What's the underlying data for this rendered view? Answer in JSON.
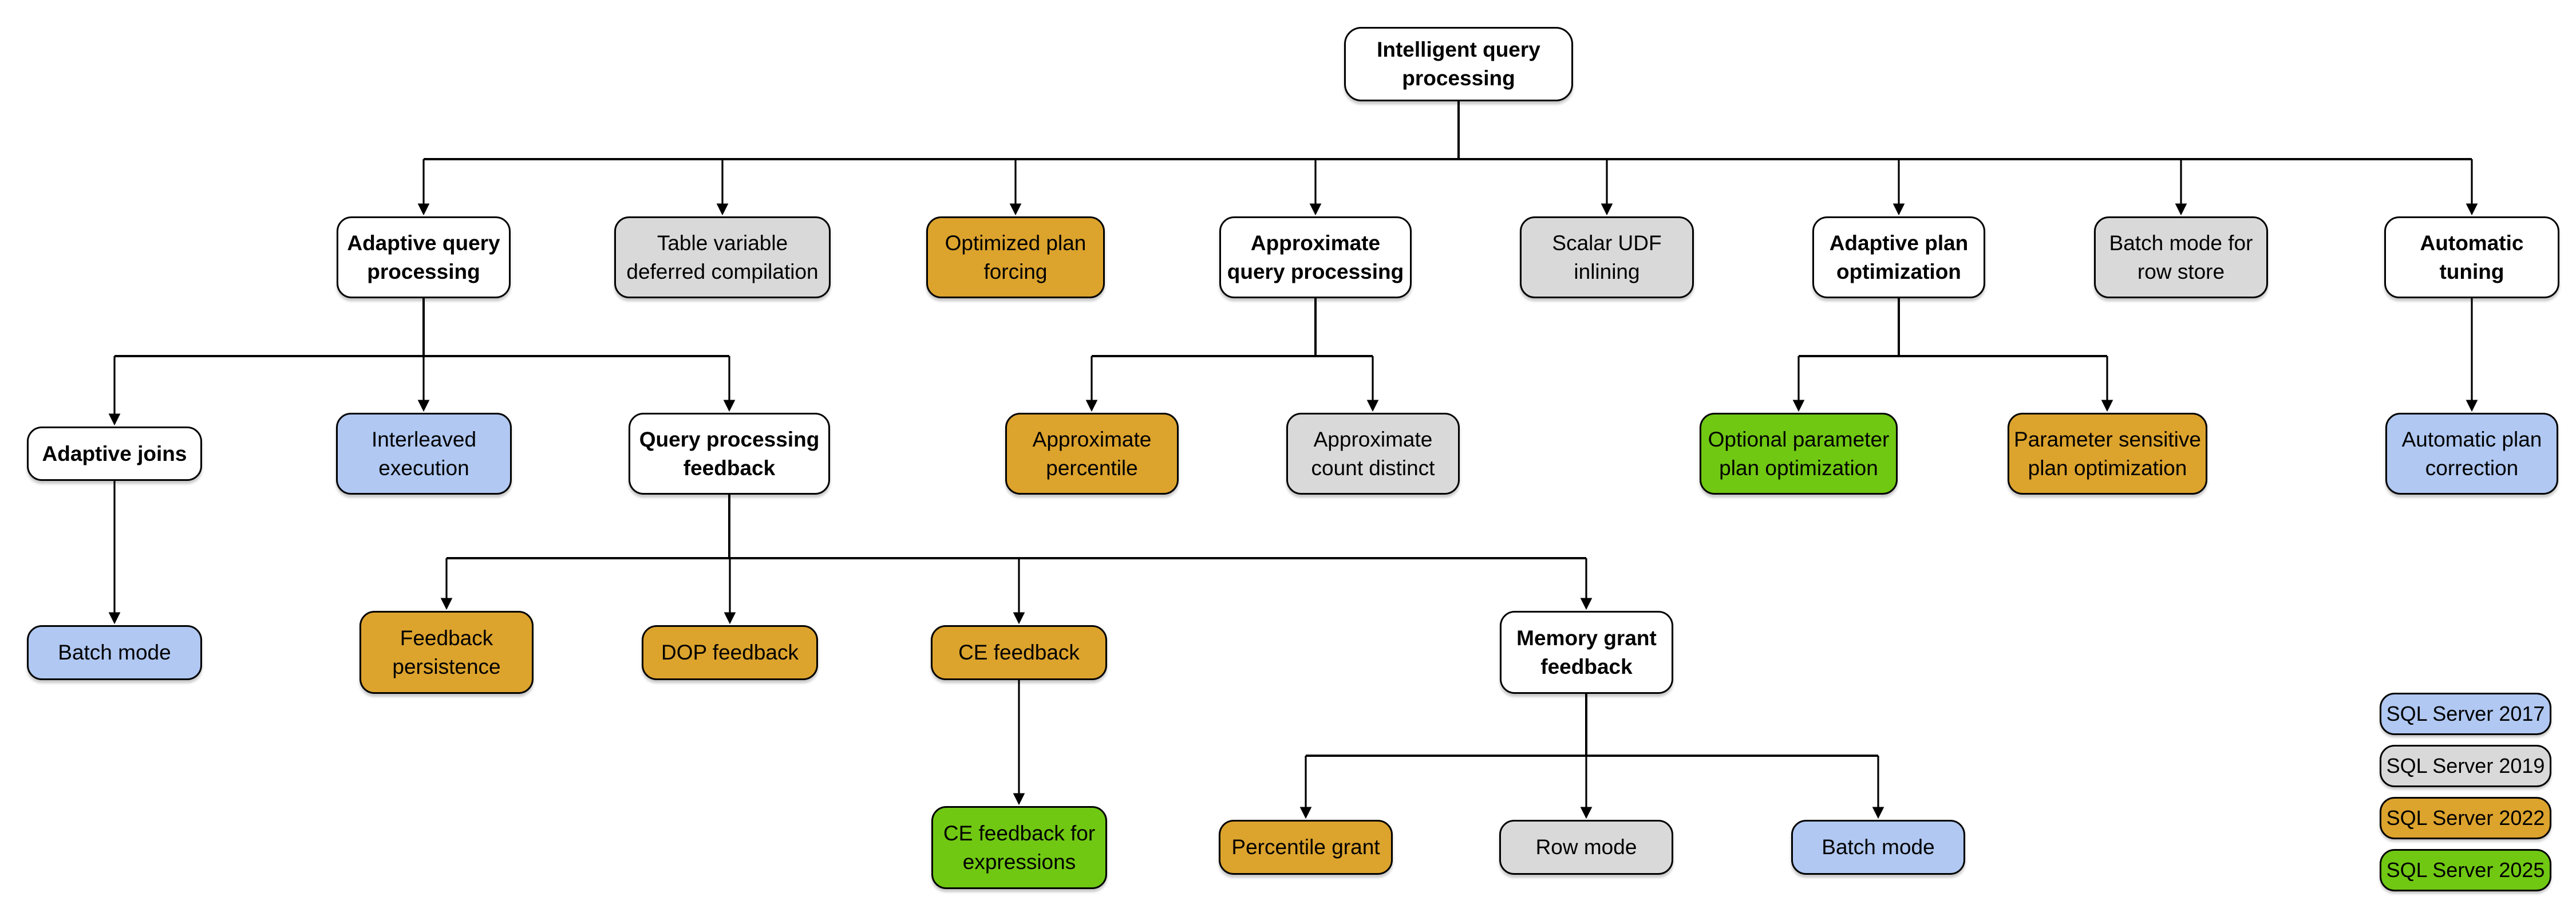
{
  "nodes": {
    "intelligent_query_processing": {
      "label": "Intelligent query\nprocessing",
      "version": "category"
    },
    "adaptive_query_processing": {
      "label": "Adaptive query\nprocessing",
      "version": "category"
    },
    "table_variable_deferred_compilation": {
      "label": "Table variable\ndeferred compilation",
      "version": "SQL Server 2019"
    },
    "optimized_plan_forcing": {
      "label": "Optimized plan\nforcing",
      "version": "SQL Server 2022"
    },
    "approximate_query_processing": {
      "label": "Approximate\nquery processing",
      "version": "category"
    },
    "scalar_udf_inlining": {
      "label": "Scalar UDF\ninlining",
      "version": "SQL Server 2019"
    },
    "adaptive_plan_optimization": {
      "label": "Adaptive plan\noptimization",
      "version": "category"
    },
    "batch_mode_for_row_store": {
      "label": "Batch mode for\nrow store",
      "version": "SQL Server 2019"
    },
    "automatic_tuning": {
      "label": "Automatic\ntuning",
      "version": "category"
    },
    "adaptive_joins": {
      "label": "Adaptive joins",
      "version": "category"
    },
    "interleaved_execution": {
      "label": "Interleaved\nexecution",
      "version": "SQL Server 2017"
    },
    "query_processing_feedback": {
      "label": "Query processing\nfeedback",
      "version": "category"
    },
    "approximate_percentile": {
      "label": "Approximate\npercentile",
      "version": "SQL Server 2022"
    },
    "approximate_count_distinct": {
      "label": "Approximate\ncount distinct",
      "version": "SQL Server 2019"
    },
    "optional_parameter_plan_optimization": {
      "label": "Optional parameter\nplan optimization",
      "version": "SQL Server 2025"
    },
    "parameter_sensitive_plan_optimization": {
      "label": "Parameter sensitive\nplan optimization",
      "version": "SQL Server 2022"
    },
    "automatic_plan_correction": {
      "label": "Automatic plan\ncorrection",
      "version": "SQL Server 2017"
    },
    "batch_mode_2017": {
      "label": "Batch mode",
      "version": "SQL Server 2017"
    },
    "feedback_persistence": {
      "label": "Feedback\npersistence",
      "version": "SQL Server 2022"
    },
    "dop_feedback": {
      "label": "DOP feedback",
      "version": "SQL Server 2022"
    },
    "ce_feedback": {
      "label": "CE feedback",
      "version": "SQL Server 2022"
    },
    "memory_grant_feedback": {
      "label": "Memory grant\nfeedback",
      "version": "category"
    },
    "ce_feedback_for_expressions": {
      "label": "CE feedback for\nexpressions",
      "version": "SQL Server 2025"
    },
    "percentile_grant": {
      "label": "Percentile grant",
      "version": "SQL Server 2022"
    },
    "row_mode": {
      "label": "Row mode",
      "version": "SQL Server 2019"
    },
    "batch_mode_2025": {
      "label": "Batch mode",
      "version": "SQL Server 2017"
    }
  },
  "edges": [
    {
      "from": "intelligent_query_processing",
      "to": "adaptive_query_processing"
    },
    {
      "from": "intelligent_query_processing",
      "to": "table_variable_deferred_compilation"
    },
    {
      "from": "intelligent_query_processing",
      "to": "optimized_plan_forcing"
    },
    {
      "from": "intelligent_query_processing",
      "to": "approximate_query_processing"
    },
    {
      "from": "intelligent_query_processing",
      "to": "scalar_udf_inlining"
    },
    {
      "from": "intelligent_query_processing",
      "to": "adaptive_plan_optimization"
    },
    {
      "from": "intelligent_query_processing",
      "to": "batch_mode_for_row_store"
    },
    {
      "from": "intelligent_query_processing",
      "to": "automatic_tuning"
    },
    {
      "from": "adaptive_query_processing",
      "to": "adaptive_joins"
    },
    {
      "from": "adaptive_query_processing",
      "to": "interleaved_execution"
    },
    {
      "from": "adaptive_query_processing",
      "to": "query_processing_feedback"
    },
    {
      "from": "approximate_query_processing",
      "to": "approximate_percentile"
    },
    {
      "from": "approximate_query_processing",
      "to": "approximate_count_distinct"
    },
    {
      "from": "adaptive_plan_optimization",
      "to": "optional_parameter_plan_optimization"
    },
    {
      "from": "adaptive_plan_optimization",
      "to": "parameter_sensitive_plan_optimization"
    },
    {
      "from": "automatic_tuning",
      "to": "automatic_plan_correction"
    },
    {
      "from": "adaptive_joins",
      "to": "batch_mode_2017"
    },
    {
      "from": "query_processing_feedback",
      "to": "feedback_persistence"
    },
    {
      "from": "query_processing_feedback",
      "to": "dop_feedback"
    },
    {
      "from": "query_processing_feedback",
      "to": "ce_feedback"
    },
    {
      "from": "query_processing_feedback",
      "to": "memory_grant_feedback"
    },
    {
      "from": "ce_feedback",
      "to": "ce_feedback_for_expressions"
    },
    {
      "from": "memory_grant_feedback",
      "to": "percentile_grant"
    },
    {
      "from": "memory_grant_feedback",
      "to": "row_mode"
    },
    {
      "from": "memory_grant_feedback",
      "to": "batch_mode_2025"
    }
  ],
  "legend": {
    "items": [
      {
        "label": "SQL Server 2017",
        "color": "#b0c8f2"
      },
      {
        "label": "SQL Server 2019",
        "color": "#d9d9d9"
      },
      {
        "label": "SQL Server 2022",
        "color": "#dca32d"
      },
      {
        "label": "SQL Server 2025",
        "color": "#70c813"
      }
    ]
  },
  "colors": {
    "category_box": "#ffffff",
    "sql2017": "#b0c8f2",
    "sql2019": "#d9d9d9",
    "sql2022": "#dca32d",
    "sql2025": "#70c813",
    "connector": "#000000"
  }
}
